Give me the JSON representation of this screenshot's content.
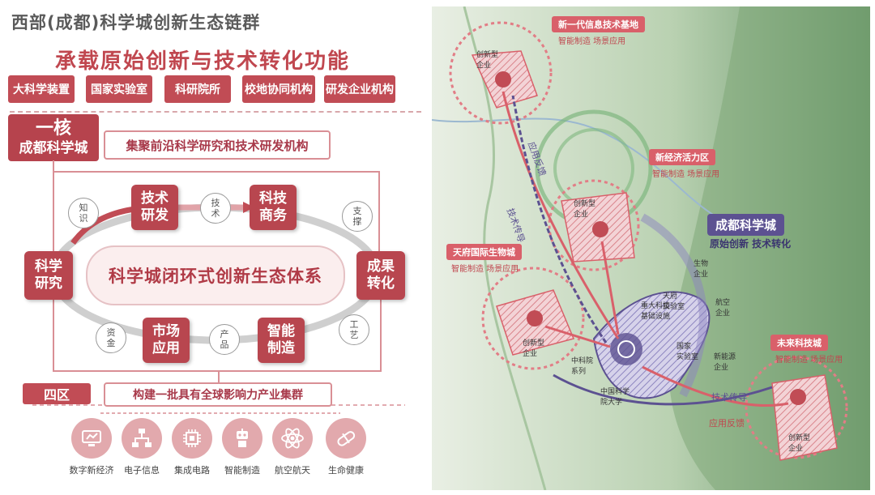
{
  "header": {
    "title": "西部(成都)科学城创新生态链群",
    "subtitle": "承载原始创新与技术转化功能"
  },
  "categories": [
    "大科学装置",
    "国家实验室",
    "科研院所",
    "校地协同机构",
    "研发企业机构"
  ],
  "core": {
    "label_a": "一核",
    "label_b": "成都科学城",
    "desc": "集聚前沿科学研究和技术研发机构"
  },
  "cycle": {
    "center": "科学城闭环式创新生态体系",
    "nodes": {
      "tech_rd": "技术\n研发",
      "tech_biz": "科技\n商务",
      "sci_research": "科学\n研究",
      "results": "成果\n转化",
      "market": "市场\n应用",
      "smart_mfg": "智能\n制造"
    },
    "small": {
      "knowledge": "知\n识",
      "technology": "技\n术",
      "support": "支\n撑",
      "process": "工\n艺",
      "product": "产\n品",
      "capital": "资\n金"
    }
  },
  "four_zones": {
    "label": "四区",
    "desc": "构建一批具有全球影响力产业集群"
  },
  "industries": [
    {
      "label": "数字新经济",
      "icon": "digital-economy-icon"
    },
    {
      "label": "电子信息",
      "icon": "network-icon"
    },
    {
      "label": "集成电路",
      "icon": "chip-icon"
    },
    {
      "label": "智能制造",
      "icon": "robot-icon"
    },
    {
      "label": "航空航天",
      "icon": "atom-icon"
    },
    {
      "label": "生命健康",
      "icon": "pill-icon"
    }
  ],
  "map": {
    "zones": [
      {
        "name": "新一代信息技术基地",
        "sub": "智能制造  场景应用"
      },
      {
        "name": "新经济活力区",
        "sub": "智能制造  场景应用"
      },
      {
        "name": "天府国际生物城",
        "sub": "智能制造  场景应用"
      },
      {
        "name": "未来科技城",
        "sub": "智能制造  场景应用"
      }
    ],
    "science_city": {
      "name": "成都科学城",
      "sub": "原始创新  技术转化"
    },
    "arrows": {
      "apply_feedback": "应用反馈",
      "tech_transfer": "技术传导"
    },
    "sites": {
      "big_science": "重大科技\n基础设施",
      "tianfu_lab": "天府\n实验室",
      "national_lab": "国家\n实验室",
      "cas_system": "中科院\n系列",
      "univ": "中国科学\n院大学",
      "aero": "航空\n企业",
      "innov1": "创新型\n企业",
      "innov2": "创新型\n企业",
      "innov3": "创新型\n企业",
      "innov4": "创新型\n企业",
      "new_energy": "新能源\n企业",
      "bio": "生物\n企业"
    }
  },
  "colors": {
    "accent": "#c14c55",
    "purple": "#5c5191",
    "green": "#6a9b6f"
  }
}
